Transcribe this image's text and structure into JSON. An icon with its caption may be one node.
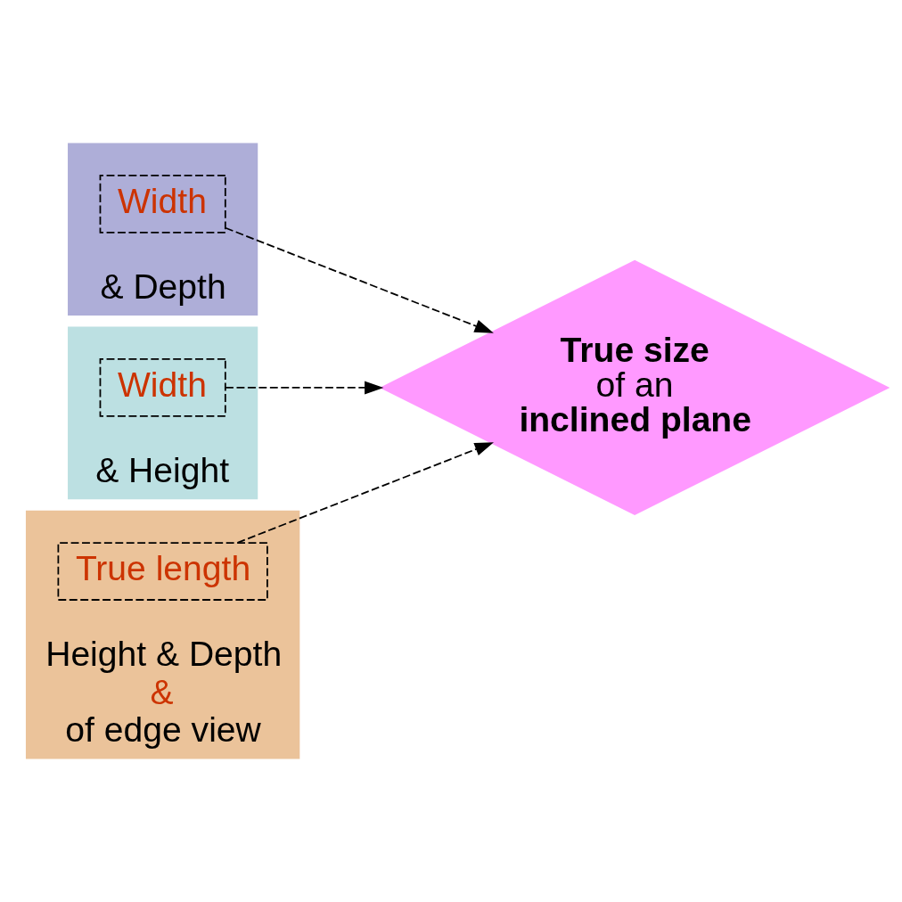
{
  "diagram": {
    "nodes": [
      {
        "text": [
          "& Depth"
        ]
      },
      {
        "text": [
          "Width"
        ],
        "in": 0
      },
      {
        "text": [
          "& Height"
        ]
      },
      {
        "text": [
          "Width"
        ],
        "in": 2
      },
      {
        "text": [
          "Height & Depth",
          "&",
          "of edge view"
        ]
      },
      {
        "text": [
          "True length"
        ],
        "in": 4
      },
      {
        "text": [
          "True size",
          "of an",
          "inclined plane"
        ]
      }
    ],
    "edges": [
      {
        "from": 1,
        "to": 6,
        "arrow": "to",
        "style": "dashed"
      },
      {
        "from": 5,
        "to": 6,
        "arrow": "to",
        "style": "dashed"
      },
      {
        "from": 3,
        "to": 6,
        "arrow": "to",
        "style": "dashed"
      }
    ]
  }
}
